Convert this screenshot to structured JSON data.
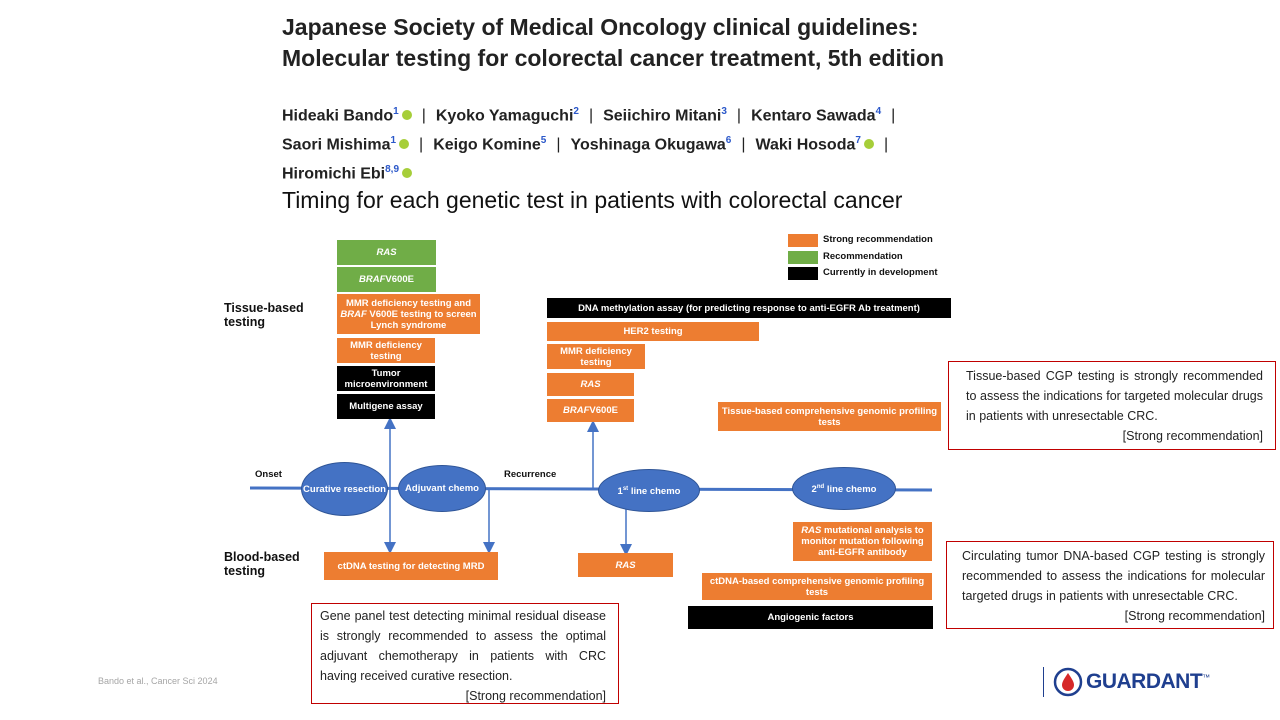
{
  "title_line1": "Japanese Society of Medical Oncology clinical guidelines:",
  "title_line2": "Molecular testing for colorectal cancer treatment, 5th edition",
  "authors": [
    {
      "name": "Hideaki Bando",
      "sup": "1",
      "orcid": true
    },
    {
      "name": "Kyoko Yamaguchi",
      "sup": "2",
      "orcid": false
    },
    {
      "name": "Seiichiro Mitani",
      "sup": "3",
      "orcid": false
    },
    {
      "name": "Kentaro Sawada",
      "sup": "4",
      "orcid": false
    },
    {
      "name": "Saori Mishima",
      "sup": "1",
      "orcid": true
    },
    {
      "name": "Keigo Komine",
      "sup": "5",
      "orcid": false
    },
    {
      "name": "Yoshinaga Okugawa",
      "sup": "6",
      "orcid": false
    },
    {
      "name": "Waki Hosoda",
      "sup": "7",
      "orcid": true
    },
    {
      "name": "Hiromichi Ebi",
      "sup": "8,9",
      "orcid": true
    }
  ],
  "subtitle": "Timing for each genetic test in patients with colorectal cancer",
  "legend": [
    {
      "label": "Strong recommendation",
      "color": "#ed7d31"
    },
    {
      "label": "Recommendation",
      "color": "#70ad47"
    },
    {
      "label": "Currently in development",
      "color": "#000000"
    }
  ],
  "row_labels": {
    "tissue": "Tissue-based testing",
    "blood": "Blood-based testing"
  },
  "timeline": {
    "onset": "Onset",
    "recurrence": "Recurrence",
    "curative": "Curative resection",
    "adjuvant": "Adjuvant chemo",
    "line1": "line chemo",
    "line1_prefix": "1",
    "line1_sup": "st",
    "line2": "line chemo",
    "line2_prefix": "2",
    "line2_sup": "nd"
  },
  "tests": {
    "ras": "RAS",
    "braf": "BRAF",
    "v600e": " V600E",
    "mmr_lynch_a": "MMR deficiency testing and",
    "mmr_lynch_b": "BRAF",
    "mmr_lynch_c": " V600E testing to screen Lynch syndrome",
    "mmr": "MMR deficiency testing",
    "tumor_micro": "Tumor microenvironment",
    "multigene": "Multigene assay",
    "dna_methylation": "DNA methylation assay (for predicting response to anti-EGFR Ab treatment)",
    "her2": "HER2 testing",
    "mmr2": "MMR deficiency testing",
    "ras2": "RAS",
    "braf2": "BRAF",
    "v600e2": " V600E",
    "tissue_cgp": "Tissue-based comprehensive genomic profiling tests",
    "ctdna_mrd": "ctDNA testing for detecting MRD",
    "ras_blood": "RAS",
    "ras_mut_a": "RAS",
    "ras_mut_b": " mutational analysis to monitor mutation following anti-EGFR antibody",
    "ctdna_cgp": "ctDNA-based comprehensive genomic profiling tests",
    "angiogenic": "Angiogenic factors"
  },
  "recommendations": {
    "tissue_cgp": {
      "text": "Tissue-based CGP testing is strongly recommended to assess the indications for targeted molecular drugs in patients with unresectable CRC.",
      "strength": "[Strong recommendation]"
    },
    "ctdna_cgp": {
      "text": "Circulating tumor DNA-based CGP testing is strongly recommended to assess the indications for molecular targeted drugs in patients with unresectable CRC.",
      "strength": "[Strong recommendation]"
    },
    "mrd": {
      "text": "Gene panel test detecting minimal residual disease is strongly recommended to assess the optimal adjuvant chemotherapy in patients with CRC having received curative resection.",
      "strength": "[Strong recommendation]"
    }
  },
  "footer": "Bando et al., Cancer Sci 2024",
  "brand": "GUARDANT",
  "brand_tm": "™"
}
